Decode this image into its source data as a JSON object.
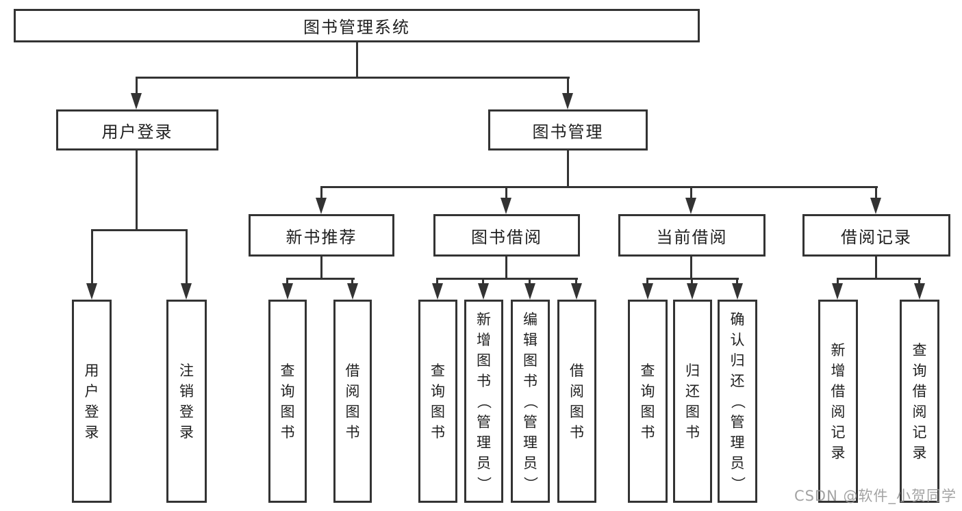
{
  "diagram": {
    "root": "图书管理系统",
    "branches": [
      {
        "label": "用户登录",
        "leaves": [
          "用户登录",
          "注销登录"
        ]
      },
      {
        "label": "图书管理",
        "sections": [
          {
            "label": "新书推荐",
            "leaves": [
              "查询图书",
              "借阅图书"
            ]
          },
          {
            "label": "图书借阅",
            "leaves": [
              "查询图书",
              "新增图书（管理员）",
              "编辑图书（管理员）",
              "借阅图书"
            ]
          },
          {
            "label": "当前借阅",
            "leaves": [
              "查询图书",
              "归还图书",
              "确认归还（管理员）"
            ]
          },
          {
            "label": "借阅记录",
            "leaves": [
              "新增借阅记录",
              "查询借阅记录"
            ]
          }
        ]
      }
    ],
    "line_color": "#333333",
    "text_color": "#1f1f1f"
  },
  "watermark": "CSDN @软件_小贺同学"
}
